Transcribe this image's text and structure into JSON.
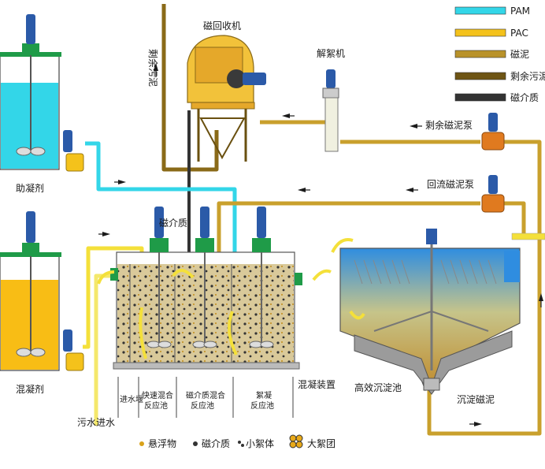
{
  "legend": [
    {
      "label": "PAM",
      "color": "#33d6e8"
    },
    {
      "label": "PAC",
      "color": "#f4c21b"
    },
    {
      "label": "磁泥",
      "color": "#b9922a"
    },
    {
      "label": "剩余污泥",
      "color": "#6e5514"
    },
    {
      "label": "磁介质",
      "color": "#333333"
    }
  ],
  "tanks": {
    "coagulant_aid": "助凝剂",
    "coagulant": "混凝剂"
  },
  "labels": {
    "magnetic_recovery": "磁回收机",
    "disperser": "解絮机",
    "excess_sludge_vertical": "剩余污泥",
    "excess_pump": "剩余磁泥泵",
    "return_pump": "回流磁泥泵",
    "magnetic_media": "磁介质",
    "sewage_inlet": "污水进水",
    "coagulation_device": "混凝装置",
    "clarifier": "高效沉淀池",
    "settled_sludge": "沉淀磁泥"
  },
  "sections": {
    "inlet_weir": "进水堰",
    "fast_mix_1": "快速混合",
    "fast_mix_2": "反应池",
    "media_mix_1": "磁介质混合",
    "media_mix_2": "反应池",
    "floc_1": "絮凝",
    "floc_2": "反应池"
  },
  "bottom_legend": {
    "suspended": "悬浮物",
    "media": "磁介质",
    "small_floc": "小絮体",
    "large_floc": "大絮团"
  },
  "colors": {
    "pam": "#33d6e8",
    "pac": "#f4c21b",
    "mag_sludge": "#b9922a",
    "excess": "#6e5514",
    "media": "#333333",
    "motor": "#2b5aa8",
    "pump": "#e07a1f",
    "tank_green": "#1f9b48"
  }
}
